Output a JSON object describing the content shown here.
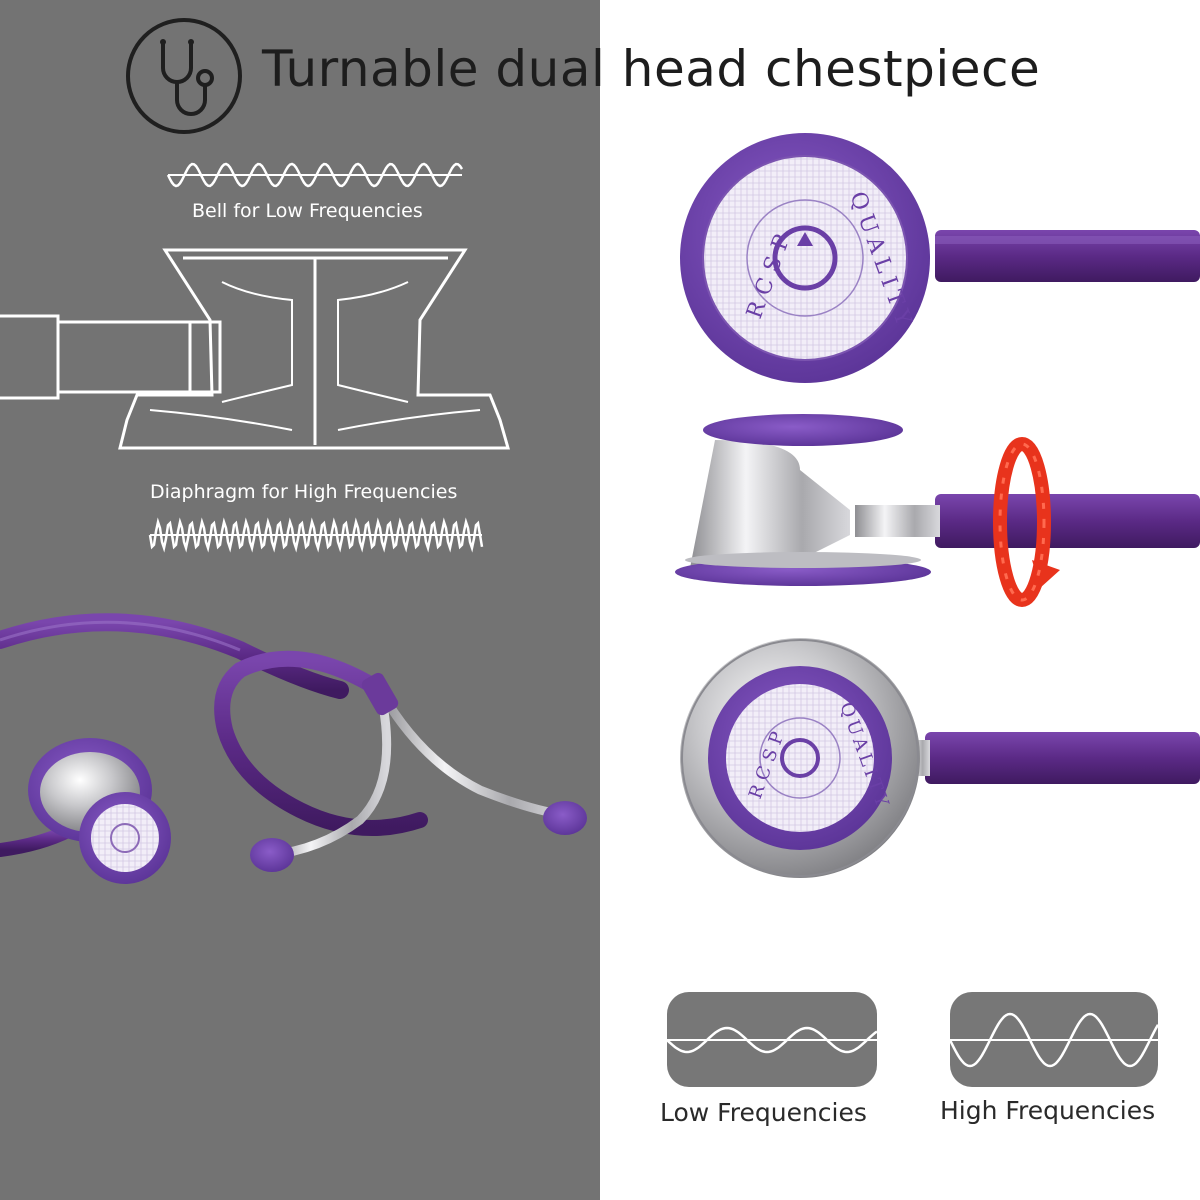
{
  "headline": "Turnable dual head chestpiece",
  "bell_label": "Bell for Low Frequencies",
  "diaphragm_label": "Diaphragm for High Frequencies",
  "chestpiece_engraving": {
    "brand": "RCSP",
    "mark": "QUALITY"
  },
  "legend": {
    "low_label": "Low Frequencies",
    "high_label": "High Frequencies"
  },
  "icons": [
    "stethoscope-icon",
    "rotate-arrow-icon"
  ],
  "colors": {
    "left_bg": "#737373",
    "right_bg": "#ffffff",
    "tube": "#5b2a86",
    "accent_red": "#e8331c",
    "box": "#777777"
  }
}
